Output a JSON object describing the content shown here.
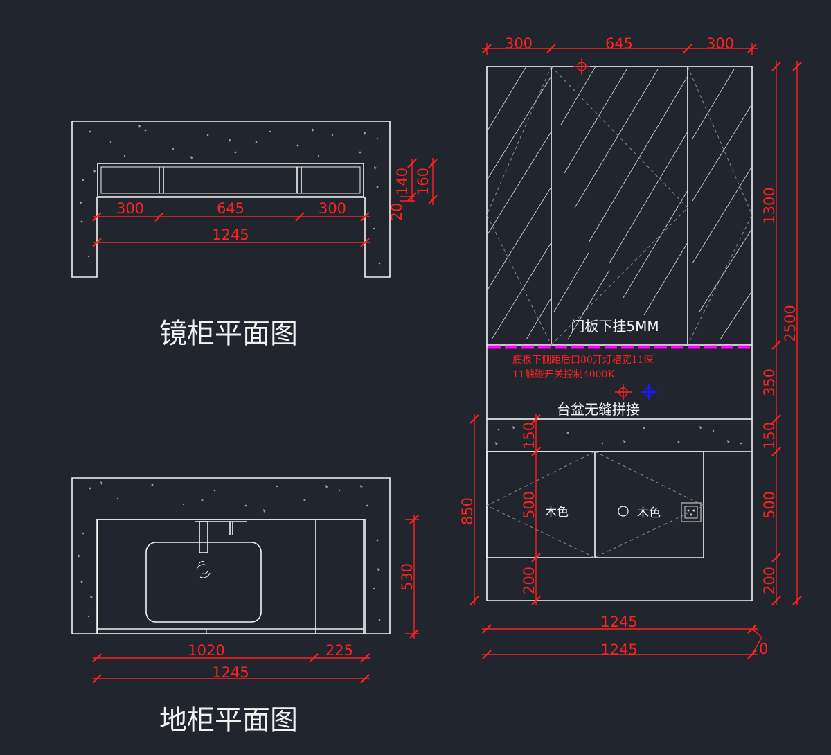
{
  "titles": {
    "mirror_plan": "镜柜平面图",
    "floor_plan": "地柜平面图"
  },
  "mirror_plan_dims": {
    "seg1": "300",
    "seg2": "645",
    "seg3": "300",
    "total": "1245",
    "depth1": "140",
    "depth2": "160",
    "gap": "20"
  },
  "floor_plan_dims": {
    "seg1": "1020",
    "seg2": "225",
    "total": "1245",
    "depth": "530"
  },
  "elevation_dims": {
    "top1": "300",
    "top2": "645",
    "top3": "300",
    "h_mirror": "1300",
    "h_total": "2500",
    "h_gap": "350",
    "h_counter": "150",
    "h_drawer": "500",
    "h_base": "200",
    "h_left_total": "850",
    "h_left_counter": "150",
    "h_left_drawer": "500",
    "h_left_base": "200",
    "bottom1": "1245",
    "bottom2": "1245",
    "bottom_zero": "0"
  },
  "annotations": {
    "door_note": "门板下挂5MM",
    "light_note_1": "底板下侧距后口80开灯槽宽11深",
    "light_note_2": "11触碰开关控制4000K",
    "basin_note": "台盆无缝拼接",
    "wood_left": "木色",
    "wood_right": "木色"
  },
  "colors": {
    "background": "#21262e",
    "line": "#f2f2f2",
    "dimension": "#ff2020",
    "led_strip": "#ff00ff",
    "marker_blue": "#1a1aff"
  }
}
